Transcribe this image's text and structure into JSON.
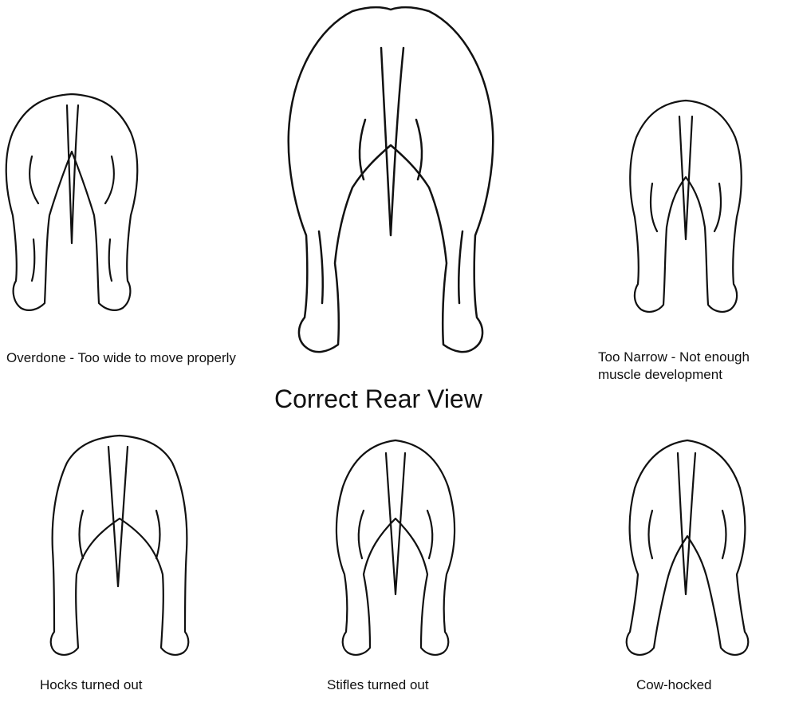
{
  "main": {
    "title": "Correct Rear View"
  },
  "figures": [
    {
      "id": "overdone",
      "caption": "Overdone - Too wide to move properly"
    },
    {
      "id": "correct",
      "caption": ""
    },
    {
      "id": "too-narrow",
      "caption": "Too Narrow - Not  enough muscle development"
    },
    {
      "id": "hocks-turned-out",
      "caption": "Hocks turned out"
    },
    {
      "id": "stifles-turned-out",
      "caption": "Stifles turned out"
    },
    {
      "id": "cow-hocked",
      "caption": "Cow-hocked"
    }
  ]
}
